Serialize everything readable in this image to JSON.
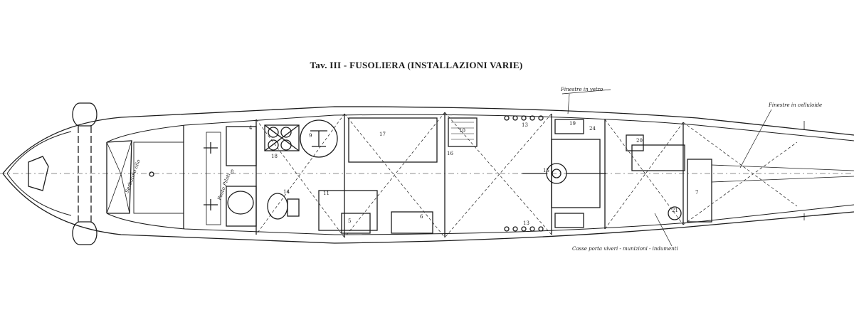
{
  "title": "Tav. III - FUSOLIERA (INSTALLAZIONI VARIE)",
  "annotations": {
    "windows_glass": "Finestre in vetro",
    "windows_celluloid": "Finestre in celluloide",
    "cases": "Casse porta viveri - munizioni - indumenti",
    "pilots_seat": "Posto Piloti",
    "oil_tank": "Serbatoio olio"
  },
  "component_numbers": [
    "4",
    "5",
    "6",
    "7",
    "8",
    "9",
    "10",
    "11",
    "13",
    "13",
    "14",
    "15",
    "16",
    "17",
    "18",
    "19",
    "20",
    "21",
    "24"
  ],
  "colors": {
    "ink": "#1c1c1c",
    "paper": "#ffffff"
  }
}
